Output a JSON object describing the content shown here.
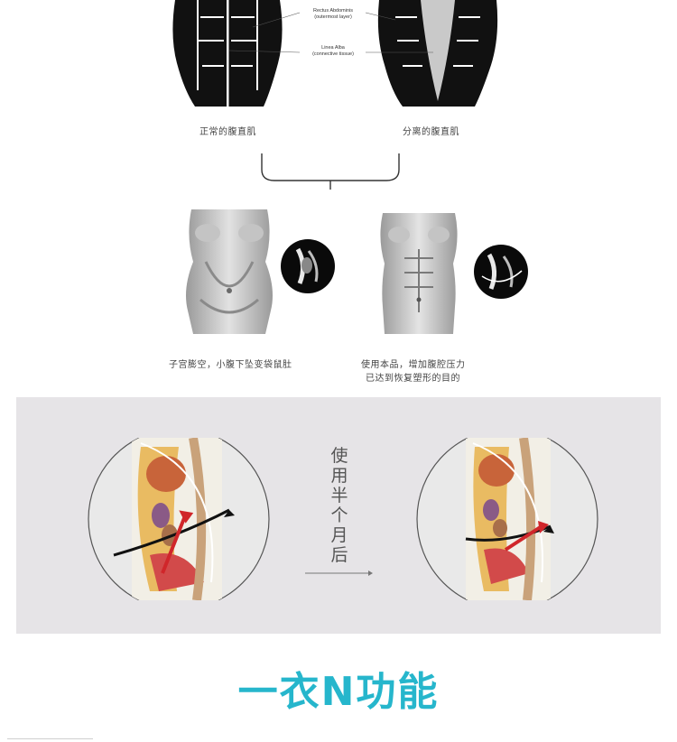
{
  "diagram_labels": {
    "rectus": [
      "Rectus Abdominis",
      "(outermost layer)"
    ],
    "linea": [
      "Linea Alba",
      "(connective tissue)"
    ]
  },
  "captions": {
    "normal_muscle": "正常的腹直肌",
    "separated_muscle": "分离的腹直肌",
    "before_body": "子宫膨空，小腹下坠变袋鼠肚",
    "after_body_line1": "使用本品，增加腹腔压力",
    "after_body_line2": "已达到恢复塑形的目的"
  },
  "comparison": {
    "vertical_text": "使用半个月后"
  },
  "headline": "一衣N功能",
  "colors": {
    "headline": "#26b6cc",
    "panel_bg": "#e6e4e7",
    "arrow_red": "#d0262a"
  }
}
